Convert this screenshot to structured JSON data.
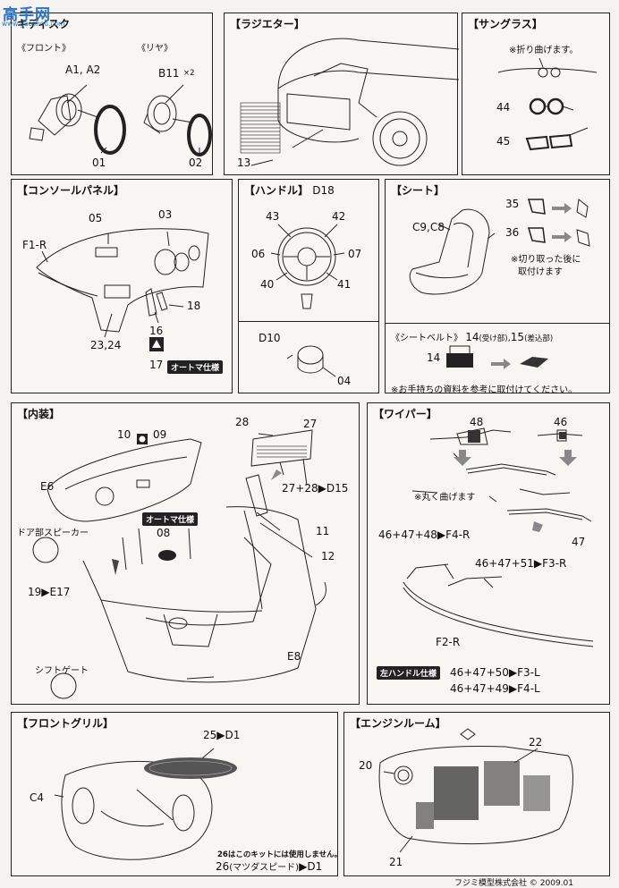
{
  "watermark": {
    "text": "高手网",
    "url": "www.gaoshou.com"
  },
  "panels": {
    "brake": {
      "title": "キディスク",
      "front": "《フロント》",
      "rear": "《リヤ》",
      "a": "A1, A2",
      "b": "B11",
      "x2": "×2",
      "p01": "01",
      "p02": "02"
    },
    "radiator": {
      "title": "【ラジエター】",
      "p13": "13"
    },
    "sunglasses": {
      "title": "【サングラス】",
      "note": "※折り曲げます。",
      "p44": "44",
      "p45": "45"
    },
    "console": {
      "title": "【コンソールパネル】",
      "p05": "05",
      "p03": "03",
      "f1r": "F1-R",
      "p18": "18",
      "p16": "16",
      "p2324": "23,24",
      "p17": "17",
      "badge": "オートマ仕様"
    },
    "handle": {
      "title": "【ハンドル】",
      "d18": "D18",
      "p43": "43",
      "p42": "42",
      "p06": "06",
      "p07": "07",
      "p40": "40",
      "p41": "41",
      "d10": "D10",
      "p04": "04"
    },
    "seat": {
      "title": "【シート】",
      "c98": "C9,C8",
      "p35": "35",
      "p36": "36",
      "note1": "※切り取った後に",
      "note2": "取付けます",
      "belt_title": "《シートベルト》",
      "belt_14": "14",
      "belt_14s": "(受け部)",
      "belt_comma": ",",
      "belt_15": "15",
      "belt_15s": "(差込部)",
      "p14": "14",
      "belt_note": "※お手持ちの資料を参考に取付けてください。"
    },
    "interior": {
      "title": "【内装】",
      "p10": "10",
      "p09": "09",
      "e6": "E6",
      "door_speaker": "ドア部スピーカー",
      "badge": "オートマ仕様",
      "p08": "08",
      "p28": "28",
      "p27": "27",
      "p2728": "27+28",
      "d15": "D15",
      "p11": "11",
      "p12": "12",
      "p19": "19",
      "e17": "E17",
      "shift_gate": "シフトゲート",
      "e8": "E8"
    },
    "wiper": {
      "title": "【ワイパー】",
      "p48": "48",
      "p46": "46",
      "note": "※丸く曲げます",
      "p47": "47",
      "p464748": "46+47+48",
      "f4r": "F4-R",
      "p464751": "46+47+51",
      "f3r": "F3-R",
      "f2r": "F2-R",
      "lhd_badge": "左ハンドル仕様",
      "p464750": "46+47+50",
      "f3l": "F3-L",
      "p464749": "46+47+49",
      "f4l": "F4-L"
    },
    "grill": {
      "title": "【フロントグリル】",
      "p25": "25",
      "d1": "D1",
      "c4": "C4",
      "note": "26はこのキットには使用しません。",
      "p26": "26",
      "p26s": "(マツダスピード)",
      "d1b": "D1"
    },
    "engine": {
      "title": "【エンジンルーム】",
      "p20": "20",
      "p22": "22",
      "p21": "21"
    }
  },
  "footer": {
    "company": "フジミ模型株式会社",
    "copy": "©",
    "year": "2009.01"
  }
}
